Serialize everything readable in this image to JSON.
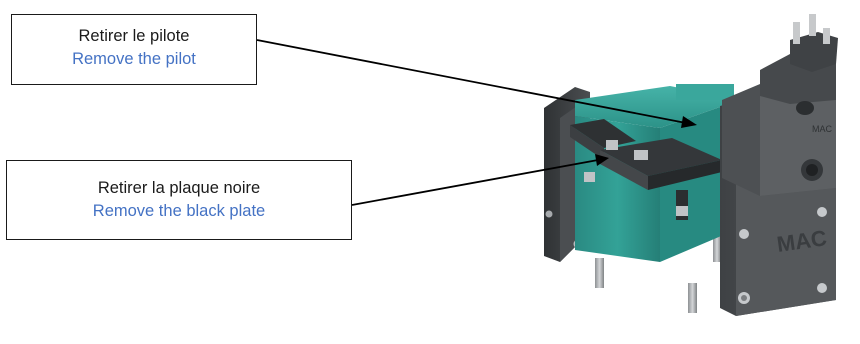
{
  "callouts": [
    {
      "fr": "Retirer le pilote",
      "en": "Remove the pilot"
    },
    {
      "fr": "Retirer la plaque noire",
      "en": "Remove the black plate"
    }
  ],
  "colors": {
    "english_text": "#4472c4",
    "valve_body": "#2a8f86",
    "valve_body_light": "#3aa79c",
    "end_caps": "#4a4d50",
    "plate": "#3c3f42",
    "connector": "#55585b",
    "metal": "#b9bcbf"
  },
  "icons": [
    "solenoid-valve-illustration",
    "leader-arrow"
  ]
}
